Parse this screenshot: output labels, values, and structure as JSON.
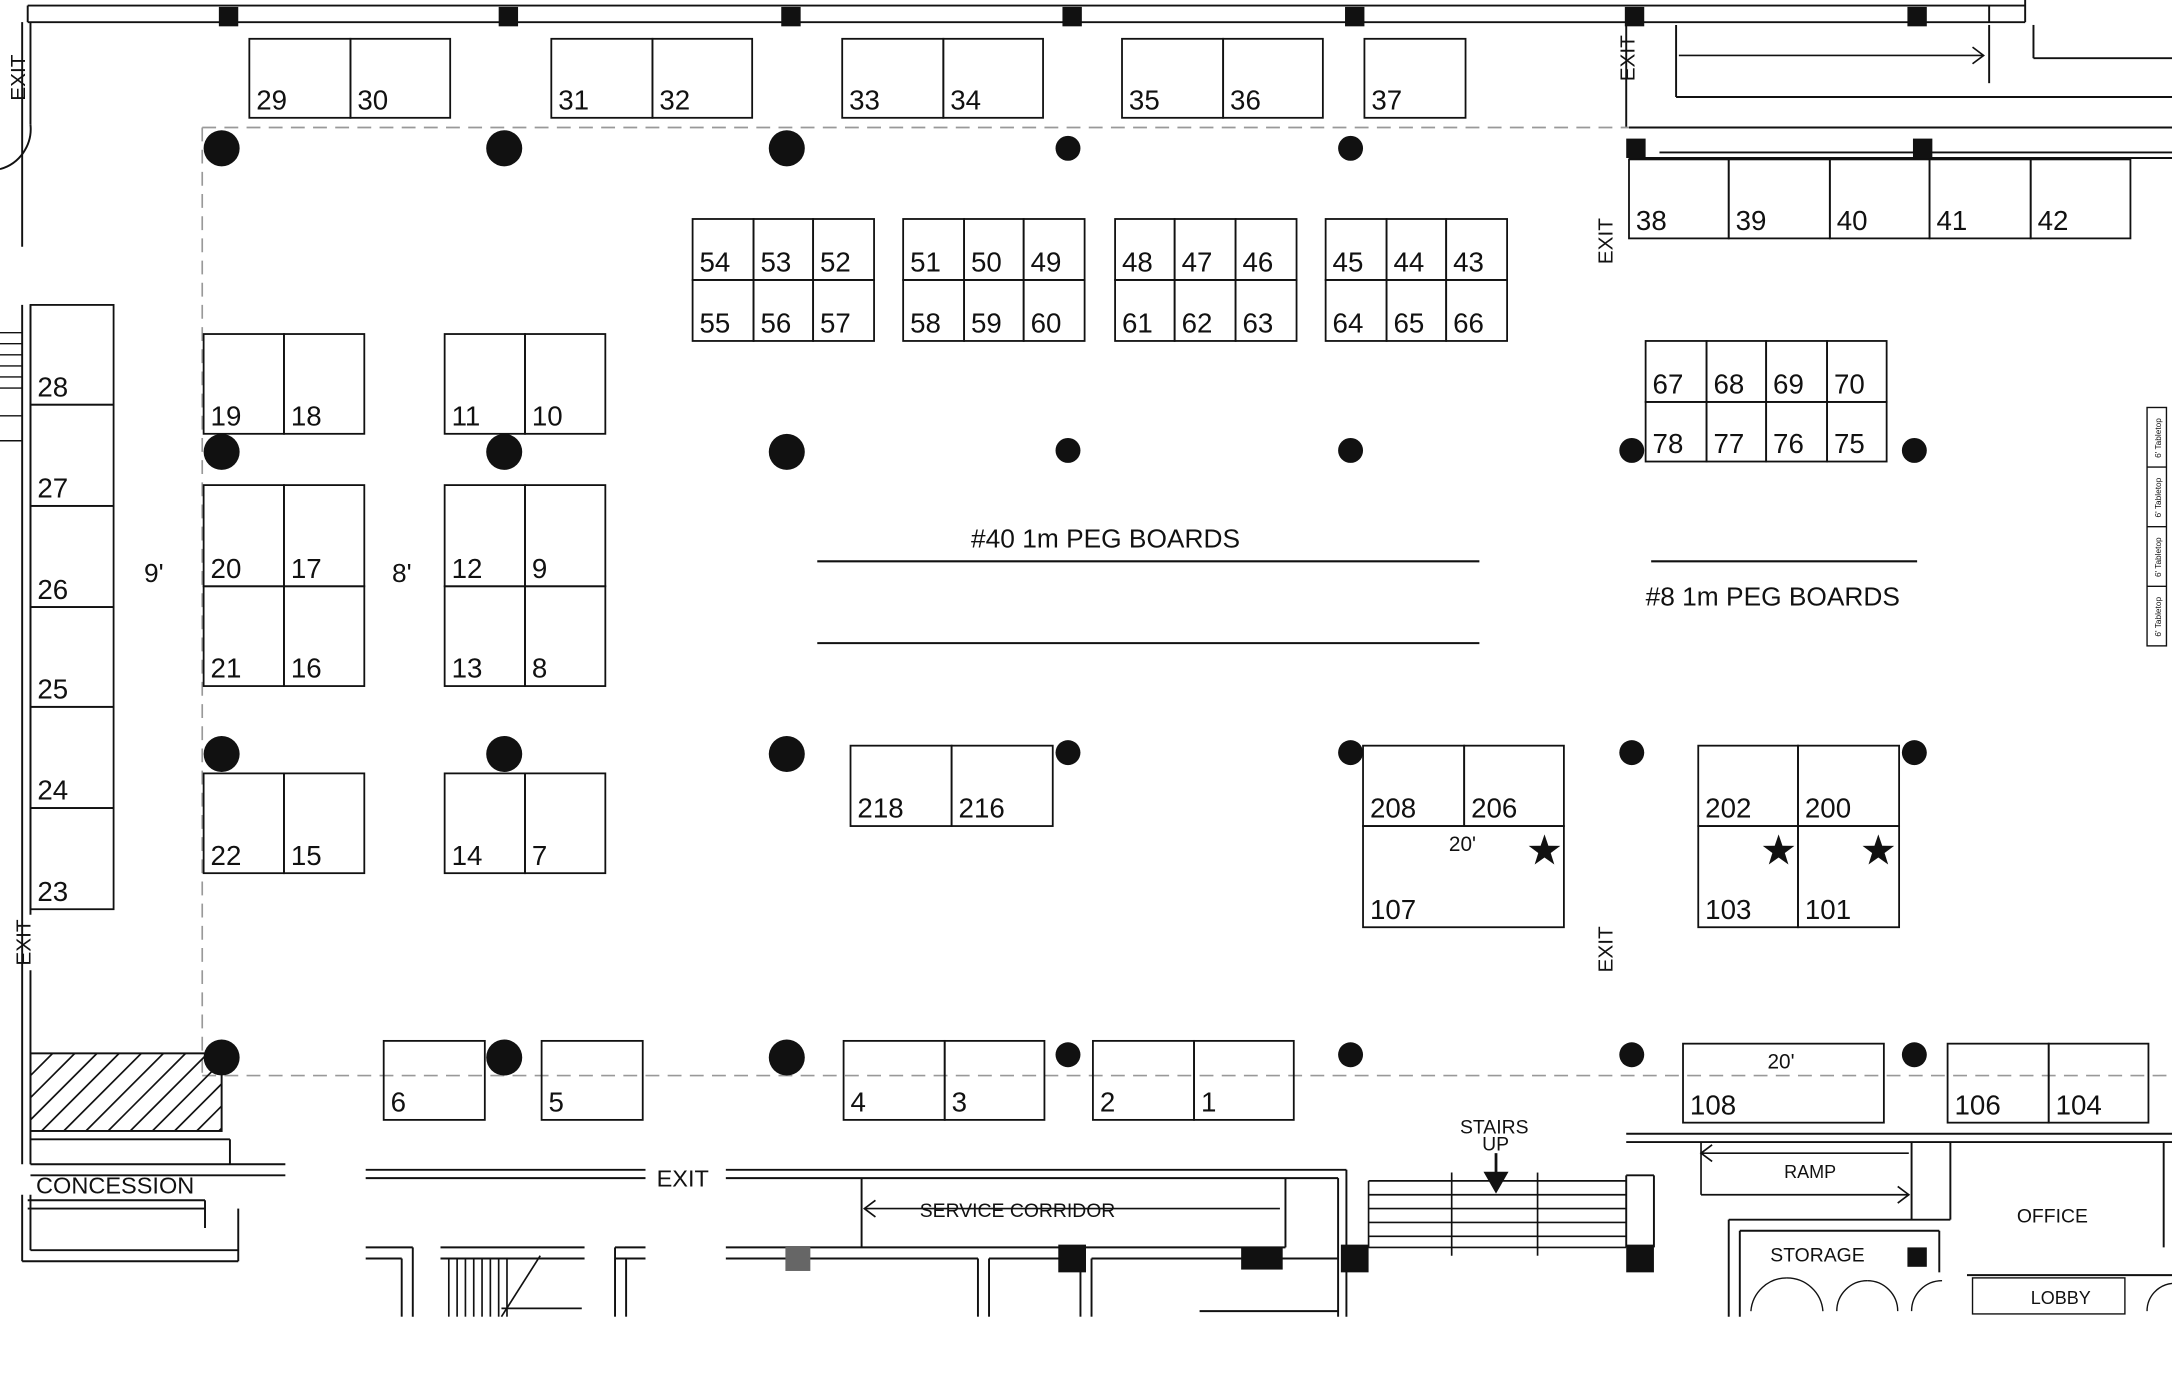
{
  "floor_plan": {
    "booths": [
      "29",
      "30",
      "31",
      "32",
      "33",
      "34",
      "35",
      "36",
      "37",
      "38",
      "39",
      "40",
      "41",
      "42",
      "54",
      "53",
      "52",
      "55",
      "56",
      "57",
      "51",
      "50",
      "49",
      "58",
      "59",
      "60",
      "48",
      "47",
      "46",
      "61",
      "62",
      "63",
      "45",
      "44",
      "43",
      "64",
      "65",
      "66",
      "67",
      "68",
      "69",
      "70",
      "78",
      "77",
      "76",
      "75",
      "28",
      "27",
      "26",
      "25",
      "24",
      "23",
      "19",
      "18",
      "11",
      "10",
      "20",
      "17",
      "21",
      "16",
      "12",
      "9",
      "13",
      "8",
      "22",
      "15",
      "14",
      "7",
      "218",
      "216",
      "208",
      "206",
      "107",
      "202",
      "200",
      "103",
      "101",
      "6",
      "5",
      "4",
      "3",
      "2",
      "1",
      "108",
      "106",
      "104"
    ],
    "aisle_widths": {
      "left": "9'",
      "middle": "8'"
    },
    "peg_boards": {
      "main": "#40 1m PEG BOARDS",
      "right": "#8 1m PEG BOARDS"
    },
    "booth_size_notes": {
      "upper": "20'",
      "lower": "20'"
    },
    "exit_label": "EXIT",
    "rooms": {
      "concession": "CONCESSION",
      "service_corridor": "SERVICE CORRIDOR",
      "stairs": [
        "STAIRS",
        "UP"
      ],
      "ramp": "RAMP",
      "storage": "STORAGE",
      "office": "OFFICE",
      "lobby": "LOBBY"
    },
    "tabletop_label": "6' Tabletop",
    "icons": {
      "featured": "star-icon",
      "column": "column-marker",
      "arrow": "arrow-icon"
    }
  }
}
